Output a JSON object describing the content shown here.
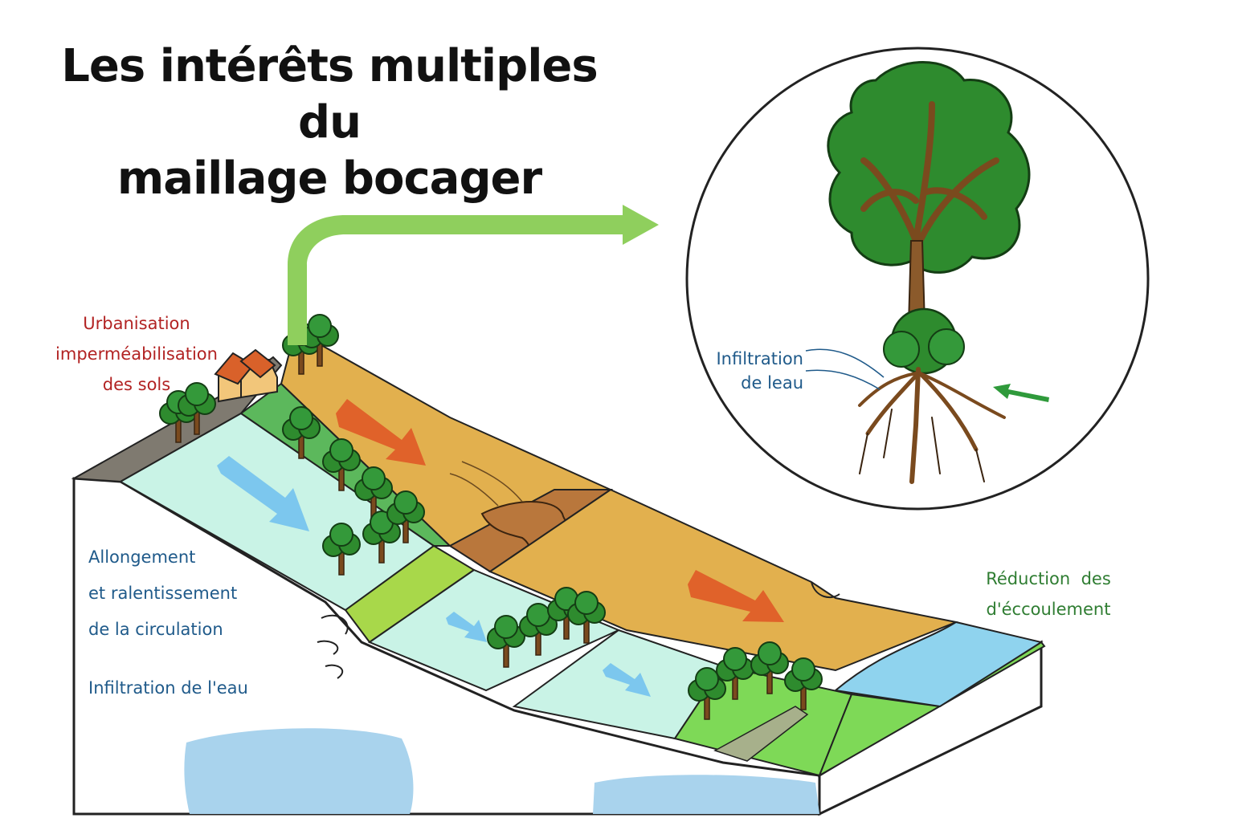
{
  "title": {
    "line1": "Les intérêts multiples du",
    "line2": "maillage bocager"
  },
  "labels": {
    "urbanisation": [
      "Urbanisation",
      "imperméabilisation",
      "des sols"
    ],
    "allongement": [
      "Allongement",
      "et ralentissement",
      "de la circulation"
    ],
    "infiltration_left": "Infiltration de l'eau",
    "infiltration_circle": [
      "Infiltration",
      "de leau"
    ],
    "reduction": [
      "Réduction  des",
      "d'éccoulement"
    ]
  },
  "colors": {
    "title": "#111111",
    "urban_text": "#b22323",
    "water_text": "#1f5a8a",
    "reduction_text": "#2f7d32",
    "crop_field": "#e2b04e",
    "grass_field": "#c9f3e6",
    "meadow": "#7ed957",
    "water": "#8fd3ee",
    "tree_foliage": "#2e8b2e",
    "erosion_arrow": "#e0622a",
    "flow_arrow": "#7cc7ee",
    "big_green_arrow": "#8fcf5d"
  },
  "icons": [
    "house-icon",
    "tree-icon",
    "curved-arrow-icon",
    "root-icon",
    "water-pool-icon"
  ]
}
